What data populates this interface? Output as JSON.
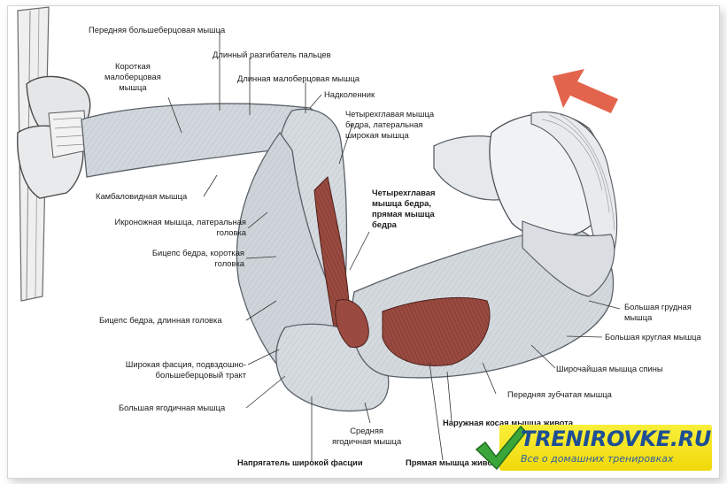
{
  "diagram": {
    "labels_left": {
      "tibialis_anterior": "Передняя большеберцовая мышца",
      "peroneus_brevis": [
        "Короткая",
        "малоберцовая",
        "мышца"
      ],
      "ext_digitorum_longus": "Длинный разгибатель пальцев",
      "peroneus_longus": "Длинная малоберцовая мышца",
      "patella": "Надколенник",
      "soleus": "Камбаловидная мышца",
      "gastrocnemius_lat": [
        "Икроножная мышца, латеральная",
        "головка"
      ],
      "biceps_femoris_short": [
        "Бицепс бедра, короткая",
        "головка"
      ],
      "biceps_femoris_long": "Бицепс бедра, длинная головка",
      "fascia_lata_itb": [
        "Широкая фасция, подвздошно-",
        "большеберцовый тракт"
      ],
      "gluteus_maximus": "Большая ягодичная мышца"
    },
    "labels_center": {
      "vastus_lateralis": [
        "Четырехглавая мышца",
        "бедра, латеральная",
        "широкая мышца"
      ],
      "rectus_femoris": [
        "Четырехглавая",
        "мышца бедра,",
        "прямая мышца",
        "бедра"
      ],
      "gluteus_medius": [
        "Средняя",
        "ягодичная мышца"
      ],
      "tensor_fasciae_latae": "Напрягатель широкой фасции",
      "rectus_abdominis": "Прямая мышца живота",
      "external_oblique": "Наружная косая мышца живота"
    },
    "labels_right": {
      "pectoralis_major": [
        "Большая грудная",
        "мышца"
      ],
      "teres_major": "Большая круглая мышца",
      "latissimus_dorsi": "Широчайшая мышца спины",
      "serratus_anterior": "Передняя зубчатая мышца"
    },
    "colors": {
      "muscle_fill": "#d2d7dd",
      "muscle_stroke": "#5a6068",
      "highlight": "#9a4a40",
      "arrow": "#e0533a",
      "label_text": "#1b1b1b",
      "leader": "#333333"
    },
    "icons": {
      "direction_arrow": "arrow-up-left-icon",
      "logo_check": "check-mark-icon"
    }
  },
  "logo": {
    "title": "TRENIROVKE.RU",
    "tagline": "Все о домашних тренировках",
    "colors": {
      "bg": "#f5e31c",
      "text": "#1e4f95",
      "check": "#3aa63a"
    }
  }
}
